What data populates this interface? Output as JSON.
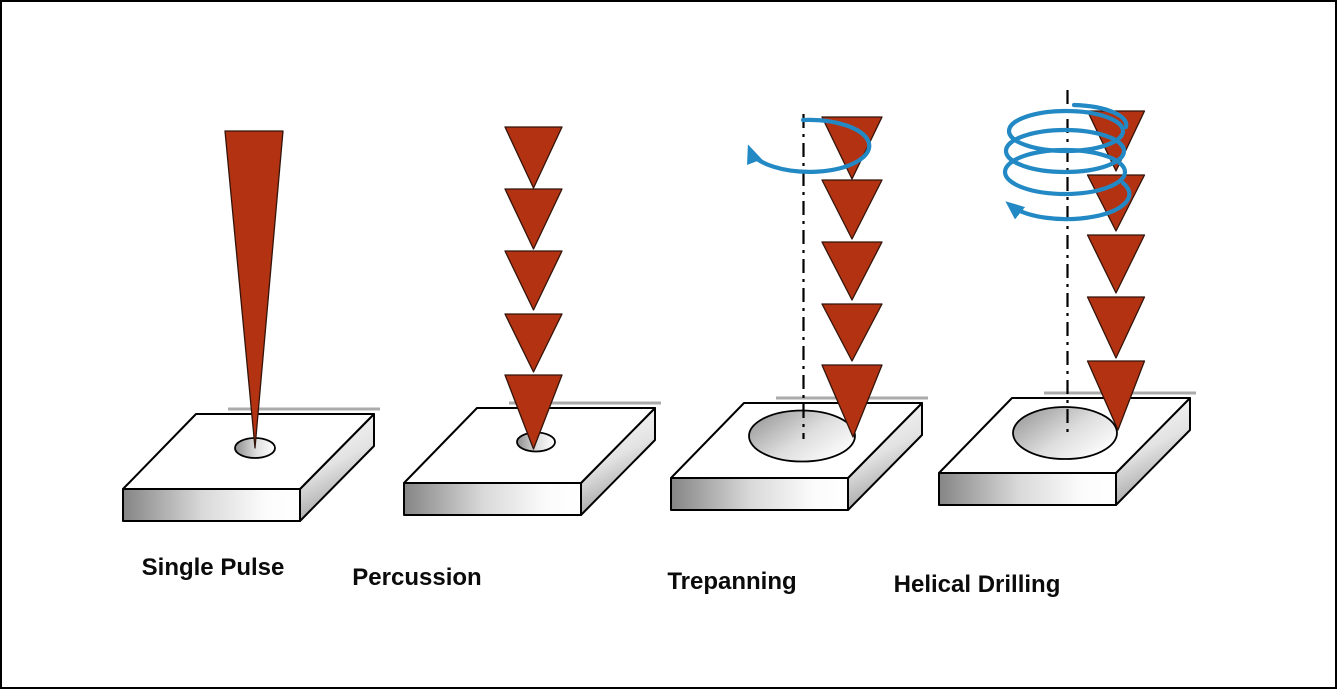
{
  "figure": {
    "type": "laser-drilling-methods-diagram",
    "panels": [
      {
        "label": "Single Pulse",
        "pulse_arrows": 1,
        "beam_icon": "single-tapered-beam-cone",
        "rotation_indicator": "none",
        "hole_size": "small"
      },
      {
        "label": "Percussion",
        "pulse_arrows": 5,
        "beam_icon": "stacked-pulse-arrows",
        "rotation_indicator": "none",
        "hole_size": "small"
      },
      {
        "label": "Trepanning",
        "pulse_arrows": 5,
        "beam_icon": "stacked-pulse-arrows",
        "rotation_indicator": "circular-rotation-arrow",
        "hole_size": "large"
      },
      {
        "label": "Helical Drilling",
        "pulse_arrows": 5,
        "beam_icon": "stacked-pulse-arrows",
        "rotation_indicator": "helical-spiral-arrow",
        "hole_size": "large"
      }
    ],
    "colors": {
      "beam_red": "#b33211",
      "rotation_blue": "#2289c4",
      "outline_black": "#000000",
      "background_white": "#ffffff"
    }
  }
}
